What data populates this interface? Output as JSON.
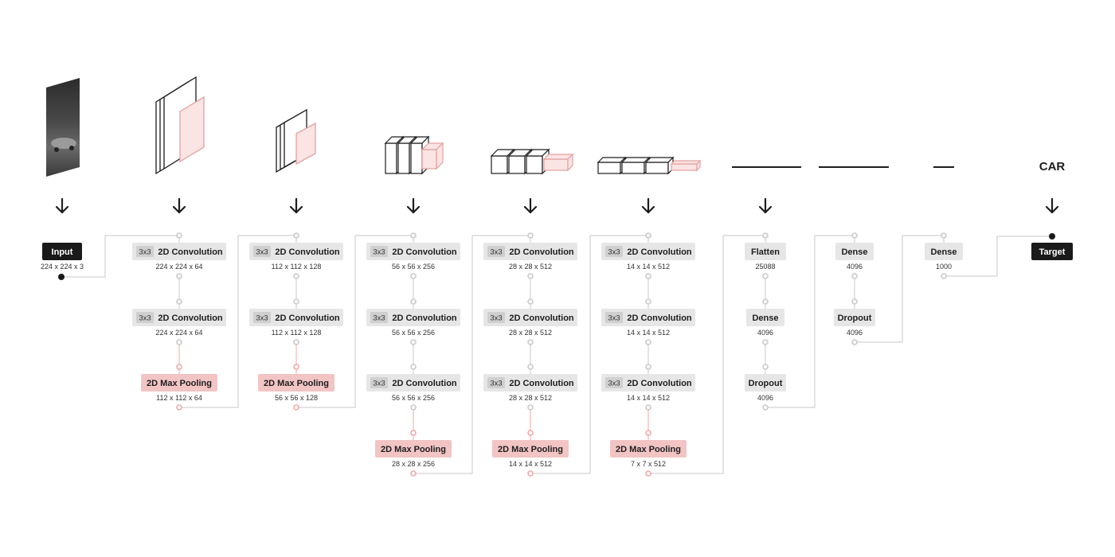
{
  "input": {
    "label": "Input",
    "dims": "224 x 224 x 3"
  },
  "target": {
    "label": "Target",
    "class_label": "CAR"
  },
  "columns": [
    {
      "layers": [
        {
          "kind": "conv",
          "kernel": "3x3",
          "label": "2D Convolution",
          "dims": "224 x 224 x 64"
        },
        {
          "kind": "conv",
          "kernel": "3x3",
          "label": "2D Convolution",
          "dims": "224 x 224 x 64"
        },
        {
          "kind": "pool",
          "label": "2D Max Pooling",
          "dims": "112 x 112 x 64"
        }
      ]
    },
    {
      "layers": [
        {
          "kind": "conv",
          "kernel": "3x3",
          "label": "2D Convolution",
          "dims": "112 x 112 x 128"
        },
        {
          "kind": "conv",
          "kernel": "3x3",
          "label": "2D Convolution",
          "dims": "112 x 112 x 128"
        },
        {
          "kind": "pool",
          "label": "2D Max Pooling",
          "dims": "56 x 56 x 128"
        }
      ]
    },
    {
      "layers": [
        {
          "kind": "conv",
          "kernel": "3x3",
          "label": "2D Convolution",
          "dims": "56 x 56 x 256"
        },
        {
          "kind": "conv",
          "kernel": "3x3",
          "label": "2D Convolution",
          "dims": "56 x 56 x 256"
        },
        {
          "kind": "conv",
          "kernel": "3x3",
          "label": "2D Convolution",
          "dims": "56 x 56 x 256"
        },
        {
          "kind": "pool",
          "label": "2D Max Pooling",
          "dims": "28 x 28 x 256"
        }
      ]
    },
    {
      "layers": [
        {
          "kind": "conv",
          "kernel": "3x3",
          "label": "2D Convolution",
          "dims": "28 x 28 x 512"
        },
        {
          "kind": "conv",
          "kernel": "3x3",
          "label": "2D Convolution",
          "dims": "28 x 28 x 512"
        },
        {
          "kind": "conv",
          "kernel": "3x3",
          "label": "2D Convolution",
          "dims": "28 x 28 x 512"
        },
        {
          "kind": "pool",
          "label": "2D Max Pooling",
          "dims": "14 x 14 x 512"
        }
      ]
    },
    {
      "layers": [
        {
          "kind": "conv",
          "kernel": "3x3",
          "label": "2D Convolution",
          "dims": "14 x 14 x 512"
        },
        {
          "kind": "conv",
          "kernel": "3x3",
          "label": "2D Convolution",
          "dims": "14 x 14 x 512"
        },
        {
          "kind": "conv",
          "kernel": "3x3",
          "label": "2D Convolution",
          "dims": "14 x 14 x 512"
        },
        {
          "kind": "pool",
          "label": "2D Max Pooling",
          "dims": "7 x 7 x 512"
        }
      ]
    },
    {
      "layers": [
        {
          "kind": "dense",
          "label": "Flatten",
          "dims": "25088"
        },
        {
          "kind": "dense",
          "label": "Dense",
          "dims": "4096"
        },
        {
          "kind": "dense",
          "label": "Dropout",
          "dims": "4096"
        }
      ]
    },
    {
      "layers": [
        {
          "kind": "dense",
          "label": "Dense",
          "dims": "4096"
        },
        {
          "kind": "dense",
          "label": "Dropout",
          "dims": "4096"
        }
      ]
    },
    {
      "layers": [
        {
          "kind": "dense",
          "label": "Dense",
          "dims": "1000"
        }
      ]
    }
  ],
  "colors": {
    "conv_box": "#e6e6e6",
    "kernel_tag": "#cfcfcf",
    "pool_box": "#f2c4c4",
    "dark_box": "#1a1a1a",
    "connector": "#c9c9c9",
    "pool_connector": "#f0a8a8",
    "ink": "#1d1d1d"
  }
}
